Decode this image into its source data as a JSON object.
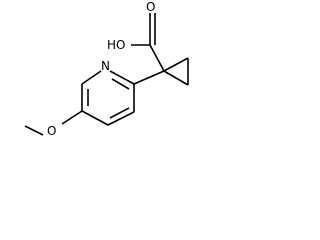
{
  "molecule": {
    "atoms": {
      "pyridine_nitrogen": "N",
      "carboxyl_oxygen": "O",
      "hydroxyl": "HO",
      "ether_oxygen": "O"
    }
  },
  "colors": {
    "bond": "#000000",
    "label": "#000000",
    "background": "#ffffff"
  }
}
